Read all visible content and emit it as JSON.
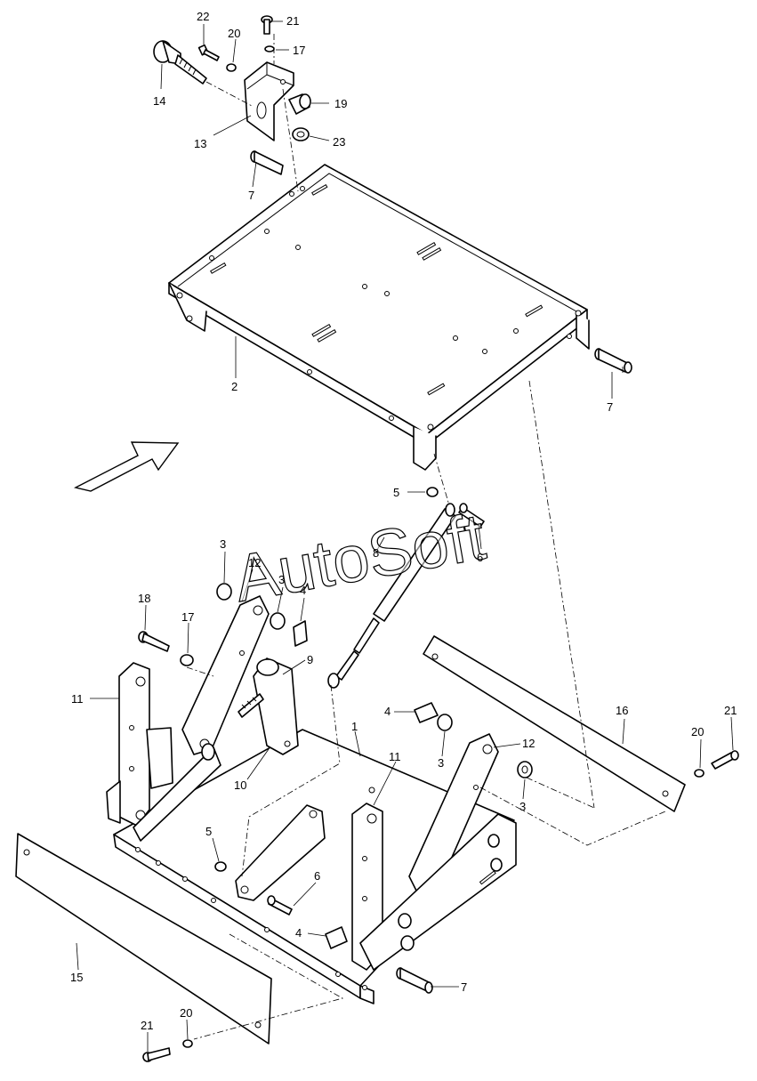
{
  "watermark": "AutoSoft",
  "callouts": [
    {
      "id": "c22",
      "text": "22"
    },
    {
      "id": "c21a",
      "text": "21"
    },
    {
      "id": "c20a",
      "text": "20"
    },
    {
      "id": "c17a",
      "text": "17"
    },
    {
      "id": "c19",
      "text": "19"
    },
    {
      "id": "c14",
      "text": "14"
    },
    {
      "id": "c13",
      "text": "13"
    },
    {
      "id": "c23",
      "text": "23"
    },
    {
      "id": "c7a",
      "text": "7"
    },
    {
      "id": "c2",
      "text": "2"
    },
    {
      "id": "c7b",
      "text": "7"
    },
    {
      "id": "c5a",
      "text": "5"
    },
    {
      "id": "c8",
      "text": "8"
    },
    {
      "id": "c6a",
      "text": "6"
    },
    {
      "id": "c3a",
      "text": "3"
    },
    {
      "id": "c12a",
      "text": "12"
    },
    {
      "id": "c3b",
      "text": "3"
    },
    {
      "id": "c4a",
      "text": "4"
    },
    {
      "id": "c18",
      "text": "18"
    },
    {
      "id": "c17b",
      "text": "17"
    },
    {
      "id": "c9",
      "text": "9"
    },
    {
      "id": "c11a",
      "text": "11"
    },
    {
      "id": "c10",
      "text": "10"
    },
    {
      "id": "c1",
      "text": "1"
    },
    {
      "id": "c4b",
      "text": "4"
    },
    {
      "id": "c3c",
      "text": "3"
    },
    {
      "id": "c11b",
      "text": "11"
    },
    {
      "id": "c12b",
      "text": "12"
    },
    {
      "id": "c16",
      "text": "16"
    },
    {
      "id": "c3d",
      "text": "3"
    },
    {
      "id": "c20b",
      "text": "20"
    },
    {
      "id": "c21b",
      "text": "21"
    },
    {
      "id": "c5b",
      "text": "5"
    },
    {
      "id": "c6b",
      "text": "6"
    },
    {
      "id": "c4c",
      "text": "4"
    },
    {
      "id": "c7c",
      "text": "7"
    },
    {
      "id": "c15",
      "text": "15"
    },
    {
      "id": "c21c",
      "text": "21"
    },
    {
      "id": "c20c",
      "text": "20"
    }
  ]
}
